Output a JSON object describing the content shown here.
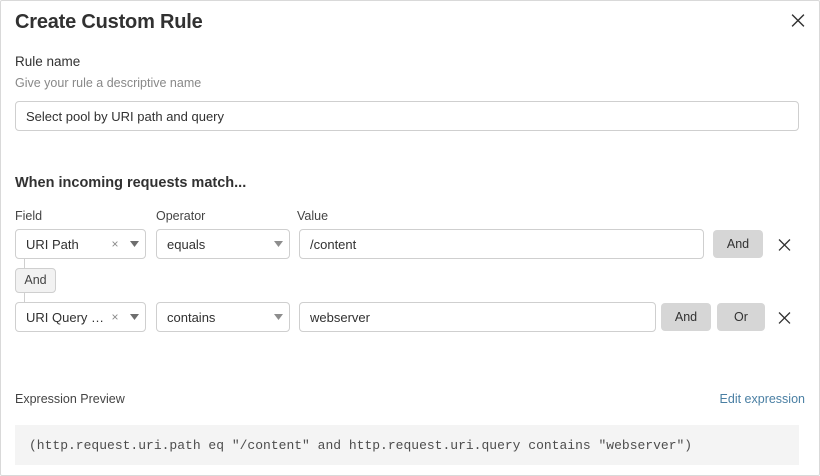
{
  "dialog": {
    "title": "Create Custom Rule",
    "close_icon": "close-icon"
  },
  "rule_name": {
    "label": "Rule name",
    "hint": "Give your rule a descriptive name",
    "value": "Select pool by URI path and query",
    "placeholder": ""
  },
  "conditions_section": {
    "heading": "When incoming requests match...",
    "columns": {
      "field": "Field",
      "operator": "Operator",
      "value": "Value"
    },
    "connector": {
      "label": "And"
    },
    "rows": [
      {
        "field": "URI Path",
        "operator": "equals",
        "value": "/content",
        "clear_glyph": "×",
        "buttons": [
          "And"
        ],
        "delete_icon": "close-icon"
      },
      {
        "field": "URI Query St...",
        "operator": "contains",
        "value": "webserver",
        "clear_glyph": "×",
        "buttons": [
          "And",
          "Or"
        ],
        "delete_icon": "close-icon"
      }
    ]
  },
  "expression_preview": {
    "label": "Expression Preview",
    "edit_link": "Edit expression",
    "code": "(http.request.uri.path eq \"/content\" and http.request.uri.query contains \"webserver\")"
  },
  "colors": {
    "dialog_border": "#d9d9d9",
    "input_border": "#cfcfcf",
    "button_grey": "#d6d6d6",
    "badge_grey": "#f2f2f2",
    "code_bg": "#f4f4f4",
    "link_blue": "#4a7fa3",
    "text": "#313131",
    "muted_text": "#888888"
  }
}
